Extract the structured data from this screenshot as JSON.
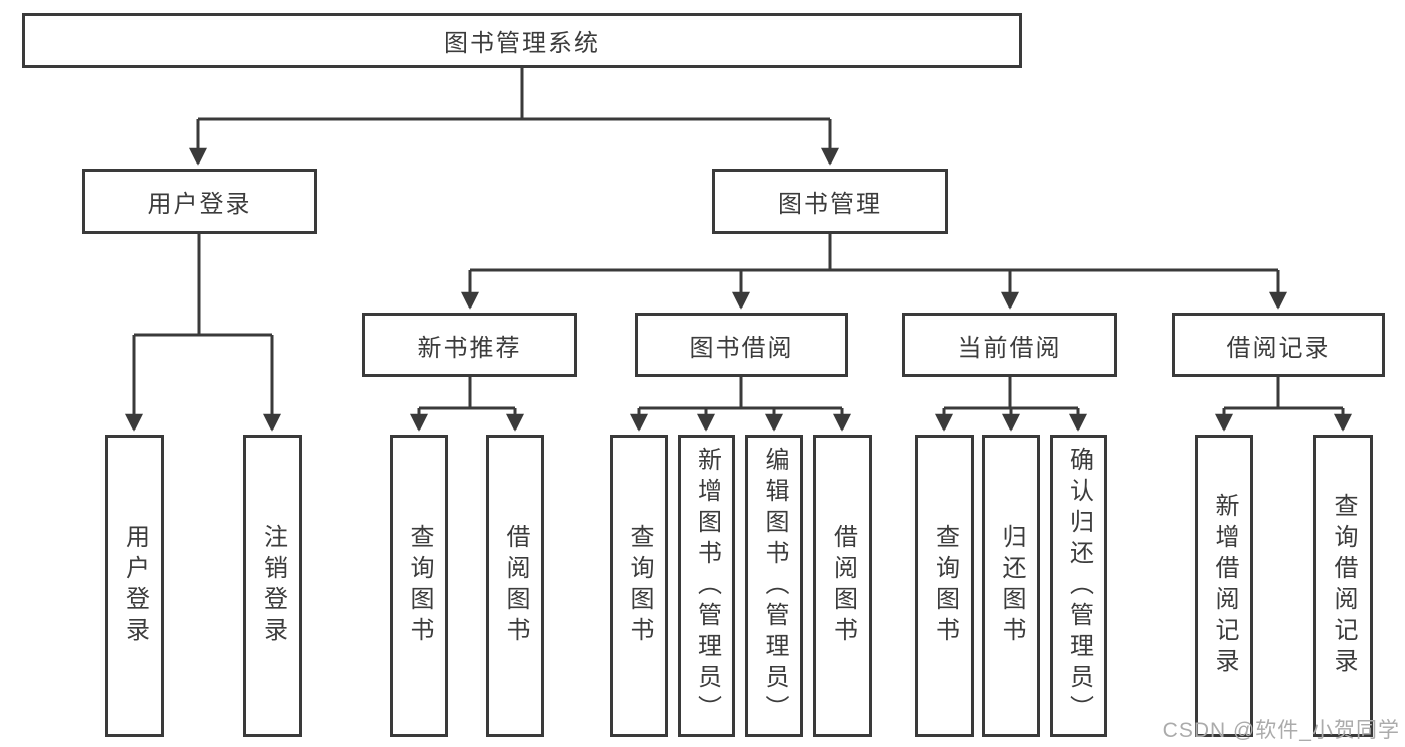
{
  "diagram": {
    "root": "图书管理系统",
    "level2": [
      "用户登录",
      "图书管理"
    ],
    "level3": [
      "新书推荐",
      "图书借阅",
      "当前借阅",
      "借阅记录"
    ],
    "leaf_groups": [
      [
        "用户登录",
        "注销登录"
      ],
      [
        "查询图书",
        "借阅图书"
      ],
      [
        "查询图书",
        "新增图书（管理员）",
        "编辑图书（管理员）",
        "借阅图书"
      ],
      [
        "查询图书",
        "归还图书",
        "确认归还（管理员）"
      ],
      [
        "新增借阅记录",
        "查询借阅记录"
      ]
    ]
  },
  "watermark": {
    "text": "CSDN @软件_小贺同学"
  },
  "colors": {
    "line": "#3a3a3a",
    "text": "#3c3c3c",
    "background": "#ffffff",
    "watermark": "#ababab"
  }
}
